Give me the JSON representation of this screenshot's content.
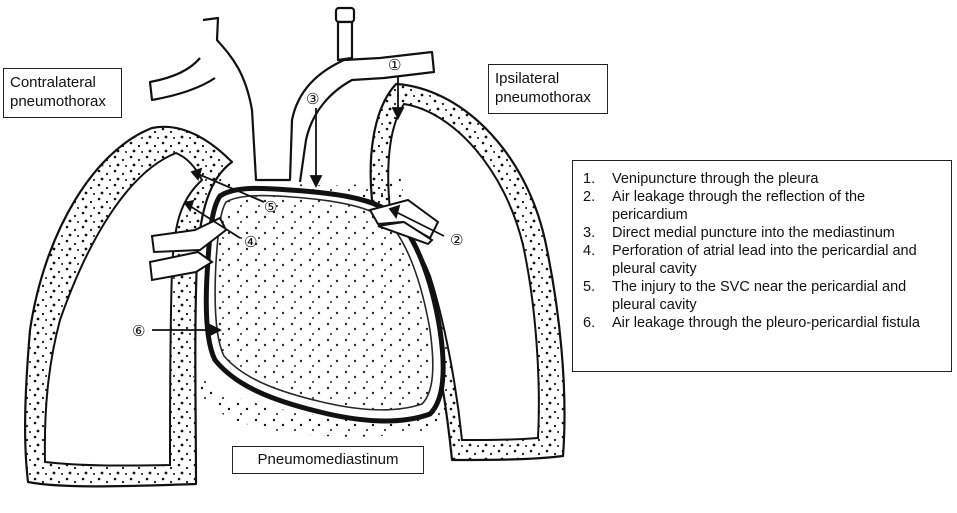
{
  "labels": {
    "contralateral": "Contralateral pneumothorax",
    "ipsilateral": "Ipsilateral pneumothorax",
    "pneumomediastinum": "Pneumomediastinum"
  },
  "markers": [
    "①",
    "②",
    "③",
    "④",
    "⑤",
    "⑥"
  ],
  "legend": [
    {
      "num": "1.",
      "text": "Venipuncture through the pleura"
    },
    {
      "num": "2.",
      "text": "Air leakage through the reflection of the pericardium"
    },
    {
      "num": "3.",
      "text": "Direct medial puncture into the mediastinum"
    },
    {
      "num": "4.",
      "text": "Perforation of atrial lead into the pericardial and pleural cavity"
    },
    {
      "num": "5.",
      "text": "The injury to the SVC near the pericardial and pleural cavity"
    },
    {
      "num": "6.",
      "text": "Air leakage through the pleuro-pericardial fistula"
    }
  ]
}
